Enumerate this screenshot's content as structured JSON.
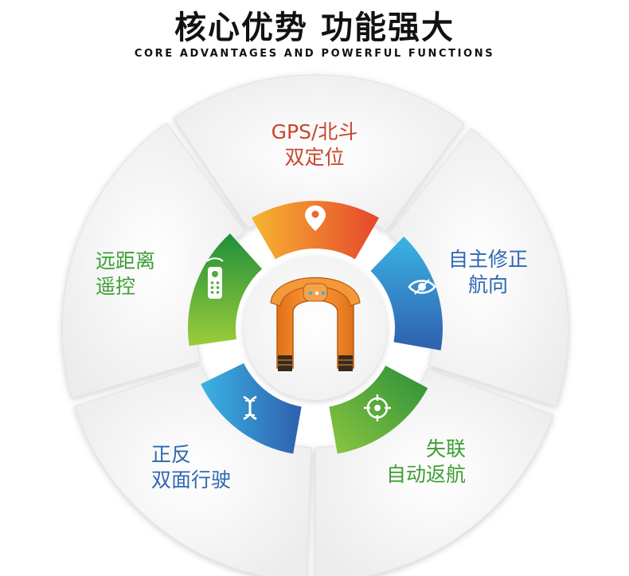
{
  "header": {
    "title": "核心优势  功能强大",
    "subtitle": "CORE ADVANTAGES AND POWERFUL FUNCTIONS"
  },
  "features": [
    {
      "id": "gps",
      "line1": "GPS/北斗",
      "line2": "双定位",
      "color": "#c8452d",
      "icon": "location-pin-icon"
    },
    {
      "id": "heading",
      "line1": "自主修正",
      "line2": "航向",
      "color": "#2f68b0",
      "icon": "eye-icon"
    },
    {
      "id": "return",
      "line1": "失联",
      "line2": "自动返航",
      "color": "#3e9e35",
      "icon": "target-refresh-icon"
    },
    {
      "id": "dual",
      "line1": "正反",
      "line2": "双面行驶",
      "color": "#2f68b0",
      "icon": "dna-icon"
    },
    {
      "id": "remote",
      "line1": "远距离",
      "line2": "遥控",
      "color": "#3e9e35",
      "icon": "remote-control-icon"
    }
  ],
  "colors": {
    "gps_arc": [
      "#f7b531",
      "#e6462c"
    ],
    "heading_arc": [
      "#3bb3e3",
      "#2f5fae"
    ],
    "return_arc": [
      "#2a8f3a",
      "#8cc63f"
    ],
    "dual_arc": [
      "#3bb3e3",
      "#2f5fae"
    ],
    "remote_arc": [
      "#1f8f3a",
      "#9ccc3a"
    ],
    "buoy": "#f08a24"
  }
}
